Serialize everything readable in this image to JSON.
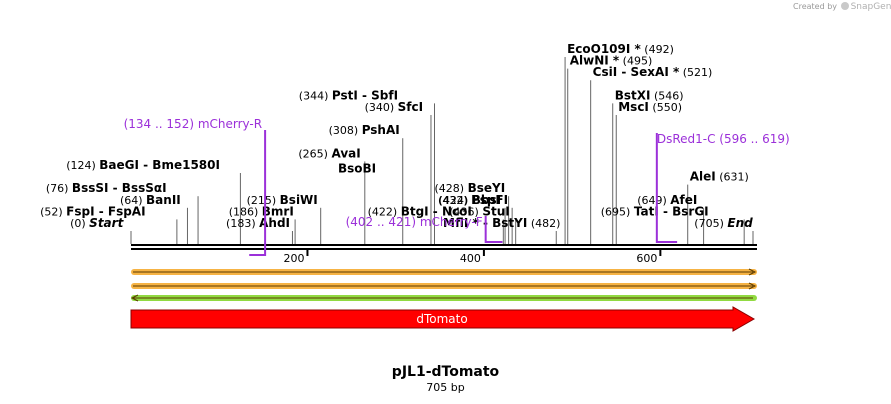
{
  "header": {
    "credit_prefix": "Created by",
    "credit_brand": "SnapGene"
  },
  "plasmid": {
    "name": "pJL1-dTomato",
    "size_label": "705 bp",
    "length": 705
  },
  "colors": {
    "primer": "#9b30d9",
    "feature_red": "#ff0000",
    "arrow_orange": "#f5a623",
    "arrow_green": "#7ed321",
    "backbone": "#000000"
  },
  "ruler": {
    "ticks": [
      {
        "label": "200",
        "pos": 200
      },
      {
        "label": "400",
        "pos": 400
      },
      {
        "label": "600",
        "pos": 600
      }
    ]
  },
  "feature": {
    "label": "dTomato",
    "start": 1,
    "end": 705
  },
  "chart_data": {
    "type": "sequence-map",
    "title": "pJL1-dTomato",
    "subtitle": "705 bp",
    "sites": [
      {
        "id": "start",
        "num": "(0)",
        "name": "Start",
        "pos": 0,
        "row": 0,
        "style": "italic"
      },
      {
        "id": "fspi",
        "num": "(52)",
        "name": "FspI",
        "pair": "FspAI",
        "pos": 52,
        "row": 1
      },
      {
        "id": "banii",
        "num": "(64)",
        "name": "BanII",
        "pos": 64,
        "row": 2
      },
      {
        "id": "bsssi",
        "num": "(76)",
        "name": "BssSI",
        "pair": "BssSαI",
        "pos": 76,
        "row": 3
      },
      {
        "id": "baegi",
        "num": "(124)",
        "name": "BaeGI",
        "pair": "Bme1580I",
        "pos": 124,
        "row": 5
      },
      {
        "id": "ahdi",
        "num": "(183)",
        "name": "AhdI",
        "pos": 183,
        "row": 0
      },
      {
        "id": "bmri",
        "num": "(186)",
        "name": "BmrI",
        "pos": 186,
        "row": 1
      },
      {
        "id": "bsiwi",
        "num": "(215)",
        "name": "BsiWI",
        "pos": 215,
        "row": 2
      },
      {
        "id": "avai",
        "num": "(265)",
        "name": "AvaI",
        "pos": 265,
        "row": 6,
        "sub": "BsoBI"
      },
      {
        "id": "pshai",
        "num": "(308)",
        "name": "PshAI",
        "pos": 308,
        "row": 8
      },
      {
        "id": "sfci",
        "num": "(340)",
        "name": "SfcI",
        "pos": 340,
        "row": 10
      },
      {
        "id": "psti",
        "num": "(344)",
        "name": "PstI",
        "pair": "SbfI",
        "pos": 344,
        "row": 11
      },
      {
        "id": "btgi",
        "num": "(422)",
        "name": "BtgI",
        "pair": "NcoI",
        "pos": 422,
        "row": 1
      },
      {
        "id": "bbsi",
        "num": "(424)",
        "name": "BbsI",
        "pos": 424,
        "row": 2
      },
      {
        "id": "bseyi",
        "num": "(428)",
        "name": "BseYI",
        "pos": 428,
        "row": 3
      },
      {
        "id": "pspfi",
        "num": "(432)",
        "name": "PspFI",
        "pos": 432,
        "row": 2
      },
      {
        "id": "stui",
        "num": "(436)",
        "name": "StuI",
        "pos": 436,
        "row": 1
      },
      {
        "id": "mfli",
        "num": "(482)",
        "name": "MflI *",
        "pair": "BstYI",
        "pos": 482,
        "row": 0,
        "num_after": true
      },
      {
        "id": "ecoo109i",
        "num": "(492)",
        "name": "EcoO109I *",
        "pos": 492,
        "row": 15
      },
      {
        "id": "alwni",
        "num": "(495)",
        "name": "AlwNI *",
        "pos": 495,
        "row": 14
      },
      {
        "id": "csii",
        "num": "(521)",
        "name": "CsiI",
        "pair": "SexAI *",
        "pos": 521,
        "row": 13
      },
      {
        "id": "bstxi",
        "num": "(546)",
        "name": "BstXI",
        "pos": 546,
        "row": 11
      },
      {
        "id": "msci",
        "num": "(550)",
        "name": "MscI",
        "pos": 550,
        "row": 10
      },
      {
        "id": "alei",
        "num": "(631)",
        "name": "AleI",
        "pos": 631,
        "row": 4
      },
      {
        "id": "afei",
        "num": "(649)",
        "name": "AfeI",
        "pos": 649,
        "row": 2
      },
      {
        "id": "tati",
        "num": "(695)",
        "name": "TatI",
        "pair": "BsrGI",
        "pos": 695,
        "row": 1
      },
      {
        "id": "end",
        "num": "(705)",
        "name": "End",
        "pos": 705,
        "row": 0,
        "style": "italic"
      }
    ],
    "primers": [
      {
        "id": "mcherry-r",
        "range": "(134 .. 152)",
        "name": "mCherry-R",
        "start": 134,
        "end": 152,
        "strand": "reverse"
      },
      {
        "id": "mcherry-f",
        "range": "(402 .. 421)",
        "name": "mCherry-F",
        "start": 402,
        "end": 421,
        "strand": "forward"
      },
      {
        "id": "dsred1-c",
        "range": "(596 .. 619)",
        "name": "DsRed1-C",
        "start": 596,
        "end": 619,
        "strand": "forward"
      }
    ],
    "arrows": [
      {
        "id": "orange-forward-1",
        "color": "orange",
        "direction": "forward"
      },
      {
        "id": "orange-forward-2",
        "color": "orange",
        "direction": "forward"
      },
      {
        "id": "green-reverse",
        "color": "green",
        "direction": "reverse"
      }
    ]
  }
}
